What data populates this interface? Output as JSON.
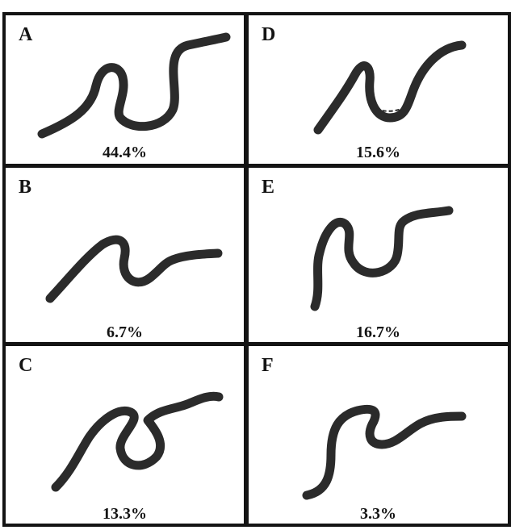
{
  "panels": [
    {
      "letter": "A",
      "percent": "44.4%"
    },
    {
      "letter": "B",
      "percent": "6.7%"
    },
    {
      "letter": "C",
      "percent": "13.3%"
    },
    {
      "letter": "D",
      "percent": "15.6%"
    },
    {
      "letter": "E",
      "percent": "16.7%"
    },
    {
      "letter": "F",
      "percent": "3.3%"
    }
  ],
  "colors": {
    "border": "#141414",
    "curve": "#2b2b2b",
    "background": "#ffffff"
  }
}
